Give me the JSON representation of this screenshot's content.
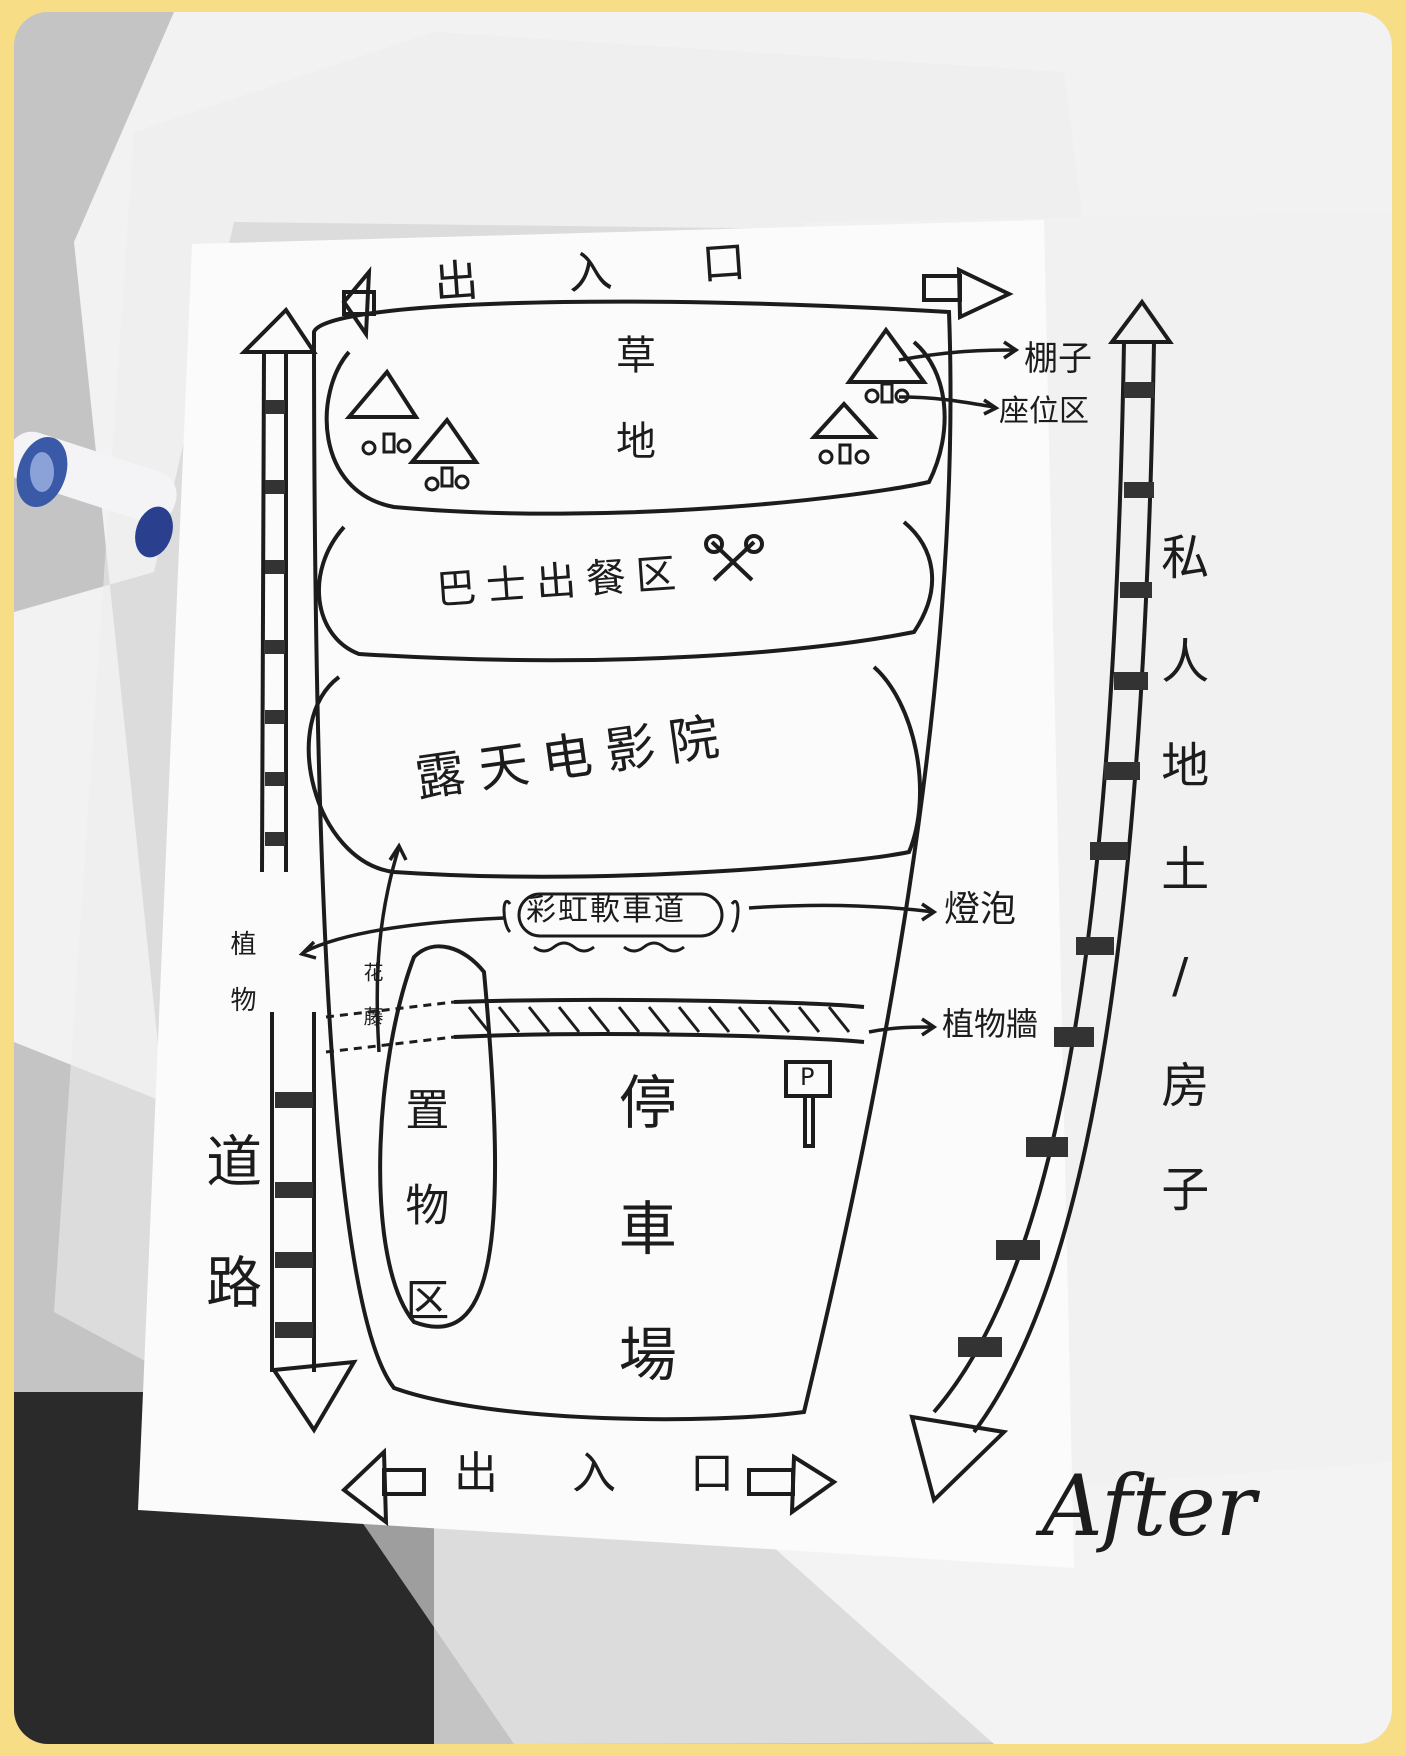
{
  "diagram": {
    "entrance_top": "出 入 口",
    "entrance_bottom": "出 入 口",
    "zones": {
      "lawn": "草 地",
      "bus_dining": "巴士出餐区",
      "outdoor_cinema": "露天电影院",
      "rainbow_path": "彩虹軟車道",
      "flowers": "花 藤",
      "storage": "置 物 区",
      "parking": "停 車 場"
    },
    "callouts": {
      "tent": "棚子",
      "seating": "座位区",
      "bulb": "燈泡",
      "plant_wall": "植物牆",
      "plants": "植 物"
    },
    "road_label": "道 路",
    "private_land": "私 人 地 土 / 房 子",
    "parking_sign": "P",
    "after_label": "After"
  }
}
